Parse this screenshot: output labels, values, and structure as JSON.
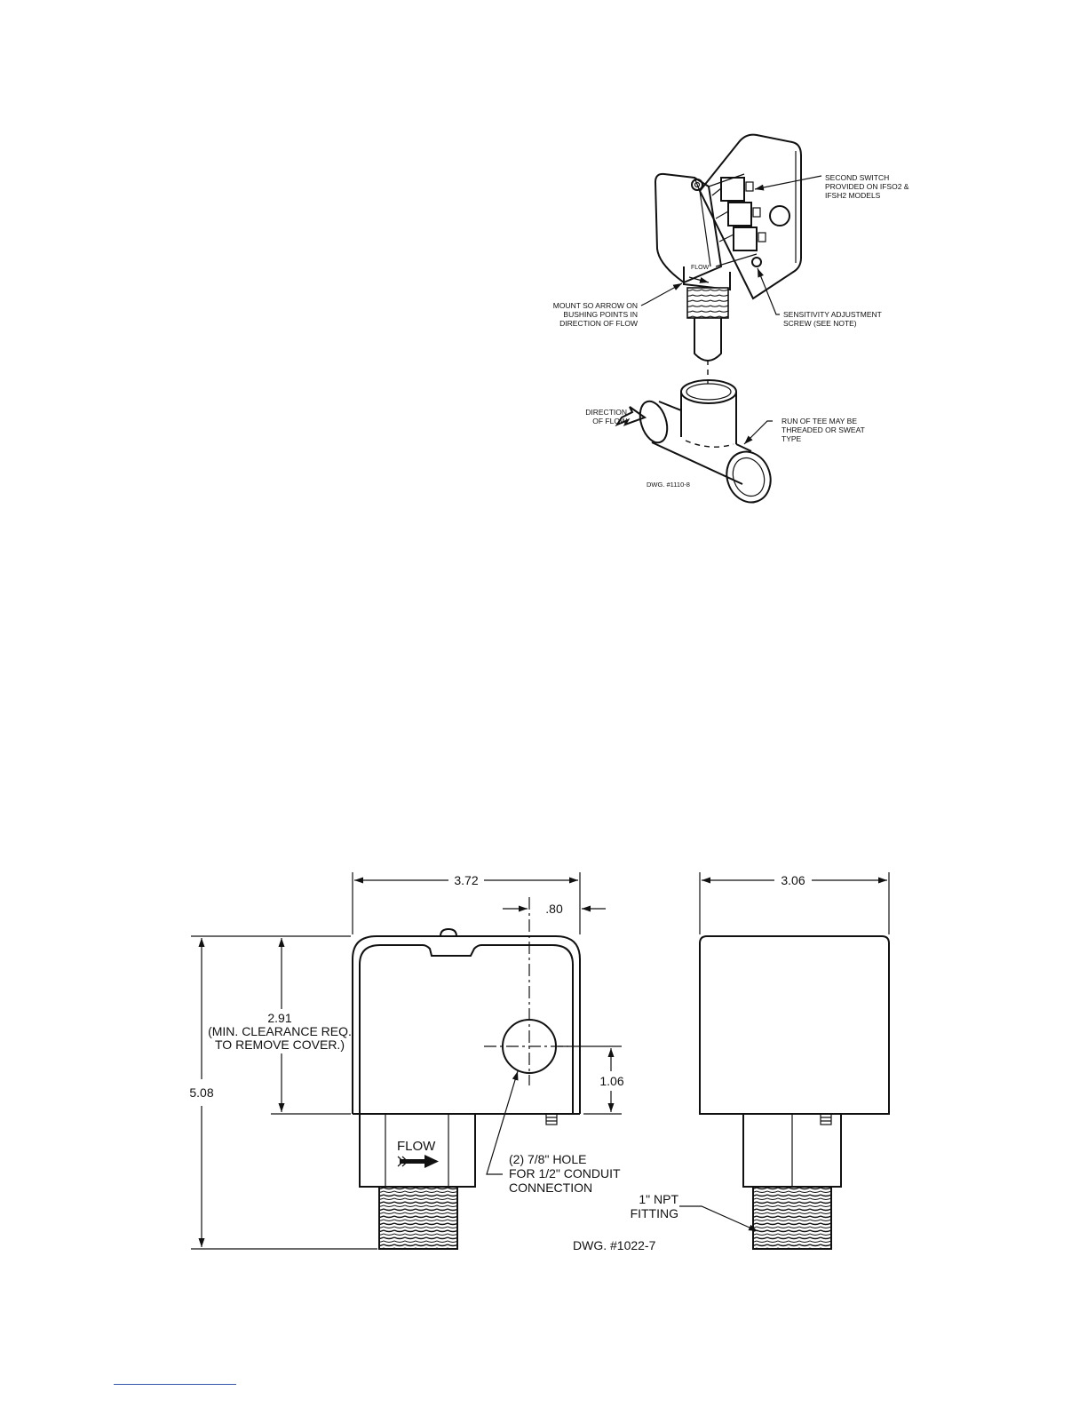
{
  "isometric": {
    "callout_second_switch": [
      "SECOND SWITCH",
      "PROVIDED ON IFSO2 &",
      "IFSH2 MODELS"
    ],
    "callout_mount": [
      "MOUNT SO ARROW ON",
      "BUSHING POINTS IN",
      "DIRECTION OF FLOW"
    ],
    "callout_sensitivity": [
      "SENSITIVITY ADJUSTMENT",
      "SCREW (SEE NOTE)"
    ],
    "callout_direction": [
      "DIRECTION",
      "OF FLOW"
    ],
    "callout_run_of_tee": [
      "RUN OF TEE MAY BE",
      "THREADED OR SWEAT",
      "TYPE"
    ],
    "bushing_flow_text": "FLOW",
    "drawing_number": "DWG. #1110-8"
  },
  "dimensions": {
    "width_front": "3.72",
    "width_side": "3.06",
    "hole_offset": ".80",
    "clearance": [
      "2.91",
      "(MIN. CLEARANCE REQ.",
      "TO REMOVE COVER.)"
    ],
    "total_height": "5.08",
    "hole_height": "1.06",
    "flow_label": "FLOW",
    "hole_note": [
      "(2) 7/8\" HOLE",
      "FOR 1/2\" CONDUIT",
      "CONNECTION"
    ],
    "fitting_note": [
      "1\" NPT",
      "FITTING"
    ],
    "drawing_number": "DWG. #1022-7"
  },
  "colors": {
    "ink": "#111111",
    "paper": "#ffffff",
    "footer_rule": "#3355aa"
  }
}
